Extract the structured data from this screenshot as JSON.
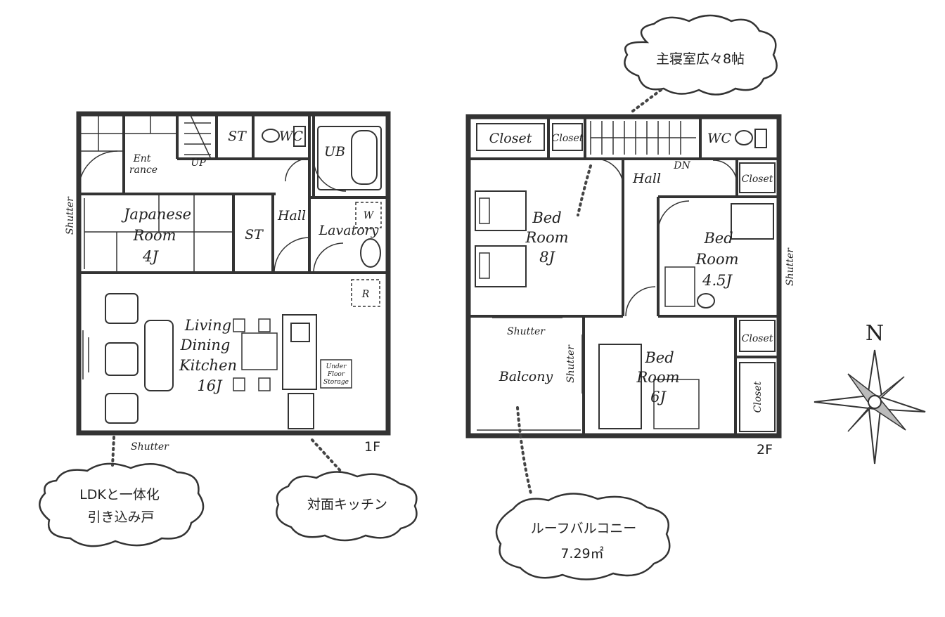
{
  "floors": {
    "first": {
      "floor_label": "1F",
      "rooms": {
        "st1": "ST",
        "wc1": "WC",
        "ub": "UB",
        "entrance_1": "Ent",
        "entrance_2": "rance",
        "up": "UP",
        "japanese_1": "Japanese",
        "japanese_2": "Room",
        "japanese_3": "4J",
        "st2": "ST",
        "hall": "Hall",
        "lavatory": "Lavatory",
        "w": "W",
        "r": "R",
        "ldk_1": "Living",
        "ldk_2": "Dining",
        "ldk_3": "Kitchen",
        "ldk_4": "16J",
        "underfloor_1": "Under",
        "underfloor_2": "Floor",
        "underfloor_3": "Storage"
      },
      "shutter_left": "Shutter",
      "shutter_bottom": "Shutter"
    },
    "second": {
      "floor_label": "2F",
      "rooms": {
        "closet1": "Closet",
        "closet2": "Closet",
        "wc": "WC",
        "dn": "DN",
        "hall": "Hall",
        "closet3": "Closet",
        "bed8_1": "Bed",
        "bed8_2": "Room",
        "bed8_3": "8J",
        "bed45_1": "Bed",
        "bed45_2": "Room",
        "bed45_3": "4.5J",
        "closet4": "Closet",
        "balcony": "Balcony",
        "bed6_1": "Bed",
        "bed6_2": "Room",
        "bed6_3": "6J",
        "closet5": "Closet"
      },
      "shutter_balcony_top": "Shutter",
      "shutter_balcony_side": "Shutter",
      "shutter_right": "Shutter"
    }
  },
  "callouts": {
    "master_bedroom": "主寝室広々8帖",
    "ldk_door_1": "LDKと一体化",
    "ldk_door_2": "引き込み戸",
    "kitchen": "対面キッチン",
    "roof_balcony_1": "ルーフバルコニー",
    "roof_balcony_2": "7.29㎡"
  },
  "compass": {
    "label": "N"
  }
}
